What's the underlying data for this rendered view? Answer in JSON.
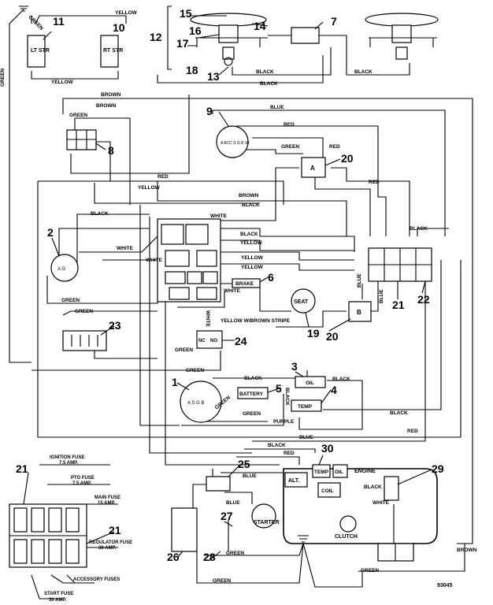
{
  "diagram": {
    "callouts": {
      "c1": "1",
      "c2": "2",
      "c3": "3",
      "c4": "4",
      "c5": "5",
      "c6": "6",
      "c7": "7",
      "c8": "8",
      "c9": "9",
      "c10": "10",
      "c11": "11",
      "c12": "12",
      "c13": "13",
      "c14": "14",
      "c15": "15",
      "c16": "16",
      "c17": "17",
      "c18": "18",
      "c19": "19",
      "c20a": "20",
      "c20b": "20",
      "c21a": "21",
      "c21b": "21",
      "c21c": "21",
      "c22": "22",
      "c23": "23",
      "c24": "24",
      "c25": "25",
      "c26": "26",
      "c27": "27",
      "c28": "28",
      "c29": "29",
      "c30": "30"
    },
    "wires": {
      "yellow": "YELLOW",
      "green": "GREEN",
      "brown": "BROWN",
      "black": "BLACK",
      "blue": "BLUE",
      "red": "RED",
      "white": "WHITE",
      "purple": "PURPLE",
      "yellow_brown_stripe": "YELLOW W/BROWN STRIPE"
    },
    "components": {
      "lt_str": "LT STR",
      "rt_str": "RT STR",
      "seat": "SEAT",
      "brake": "BRAKE",
      "battery": "BATTERY",
      "oil": "OIL",
      "temp": "TEMP",
      "alt": "ALT.",
      "coil": "COIL",
      "engine": "ENGINE",
      "starter": "STARTER",
      "clutch": "CLUTCH",
      "relay_a": "A",
      "relay_b": "B",
      "nc": "NC",
      "no": "NO",
      "key_terms": "A  S  G  B",
      "sw9_terms": "A  ACC  S  G  B  30",
      "sw2_terms": "A  G"
    },
    "fuses": {
      "ignition": "IGNITION FUSE",
      "ignition_amp": "7.5 AMP.",
      "pto": "PTO FUSE",
      "pto_amp": "7.5 AMP.",
      "main": "MAIN FUSE",
      "main_amp": "15 AMP.",
      "regulator": "REGULATOR FUSE",
      "regulator_amp": "30 AMP.",
      "accessory": "ACCESSORY FUSES",
      "start": "START FUSE",
      "start_amp": "30 AMP."
    },
    "part_number": "93045"
  }
}
